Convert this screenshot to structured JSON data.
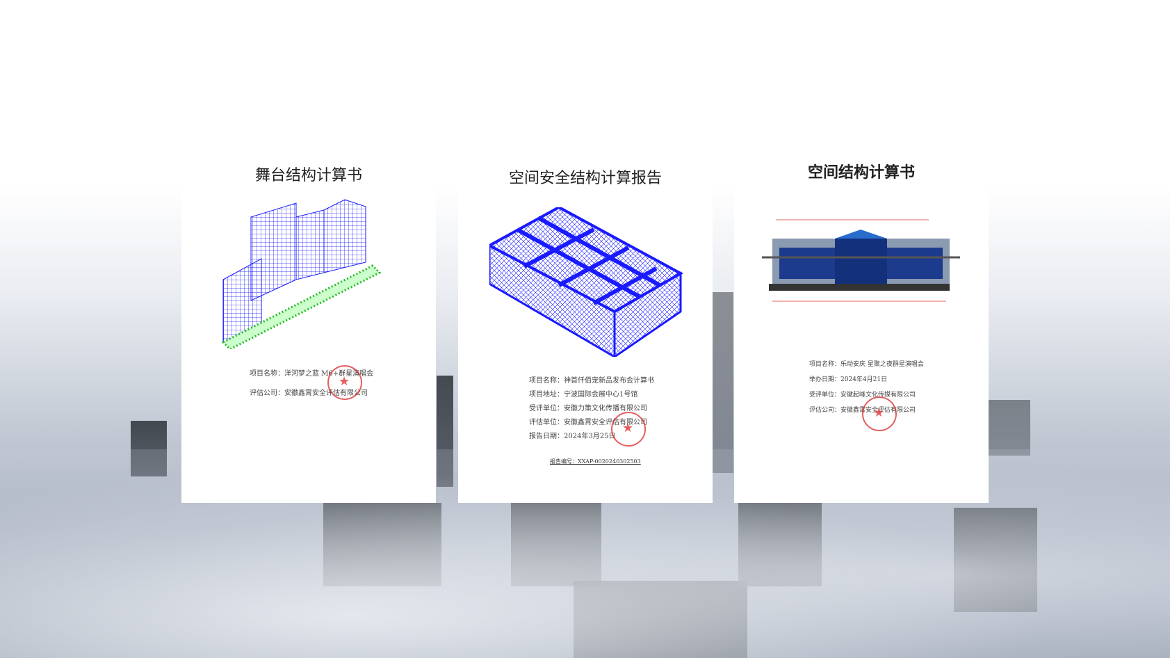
{
  "cards": [
    {
      "title": "舞台结构计算书",
      "info": [
        {
          "label": "项目名称：",
          "value": "洋河梦之蓝 M6+群星演唱会"
        },
        {
          "label": "评估公司：",
          "value": "安徽鑫霄安全评估有限公司"
        }
      ]
    },
    {
      "title": "空间安全结构计算报告",
      "info": [
        {
          "label": "项目名称：",
          "value": "神首仟佰宠新品发布会计算书"
        },
        {
          "label": "项目地址：",
          "value": "宁波国际会展中心1号馆"
        },
        {
          "label": "受评单位：",
          "value": "安徽力策文化传播有限公司"
        },
        {
          "label": "评估单位：",
          "value": "安徽鑫霄安全评估有限公司"
        },
        {
          "label": "报告日期：",
          "value": "2024年3月25日"
        }
      ],
      "report_no": "报告编号：XXAP-0020240302503"
    },
    {
      "title": "空间结构计算书",
      "info": [
        {
          "label": "项目名称：",
          "value": "乐动安庆 星聚之夜群星演唱会"
        },
        {
          "label": "举办日期：",
          "value": "2024年4月21日"
        },
        {
          "label": "受评单位：",
          "value": "安徽起峰文化传媒有限公司"
        },
        {
          "label": "评估公司：",
          "value": "安徽鑫霄安全评估有限公司"
        }
      ]
    }
  ],
  "colors": {
    "structure": "#1a1aff",
    "node": "#22bb22",
    "stamp": "#dc2828"
  }
}
